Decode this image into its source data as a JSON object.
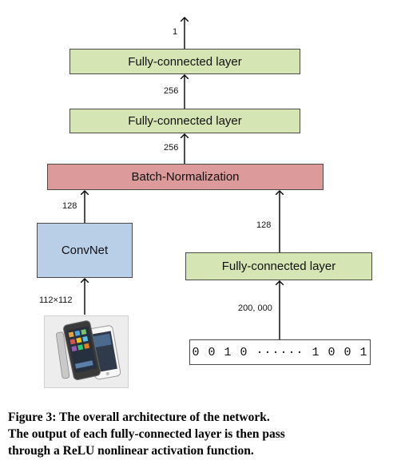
{
  "diagram": {
    "fc_top_label": "Fully-connected layer",
    "fc_mid_label": "Fully-connected layer",
    "batchnorm_label": "Batch-Normalization",
    "convnet_label": "ConvNet",
    "fc_right_label": "Fully-connected layer",
    "binary_input": "0 0 1 0 ······ 1 0 0 1",
    "edge_output": "1",
    "edge_fc_to_fc": "256",
    "edge_bn_to_fc": "256",
    "edge_conv_to_bn": "128",
    "edge_fc_to_bn": "128",
    "edge_image_to_conv": "112×112",
    "edge_binary_to_fc": "200, 000",
    "colors": {
      "fc": "#d6e5b4",
      "batchnorm": "#dd9a9a",
      "convnet": "#b9cfe8"
    },
    "image_icon": "smartphones-icon"
  },
  "caption": {
    "line1": "Figure 3:  The overall architecture of the network.",
    "line2": "The output of each fully-connected layer is then pass",
    "line3": "through a ReLU nonlinear activation function."
  }
}
